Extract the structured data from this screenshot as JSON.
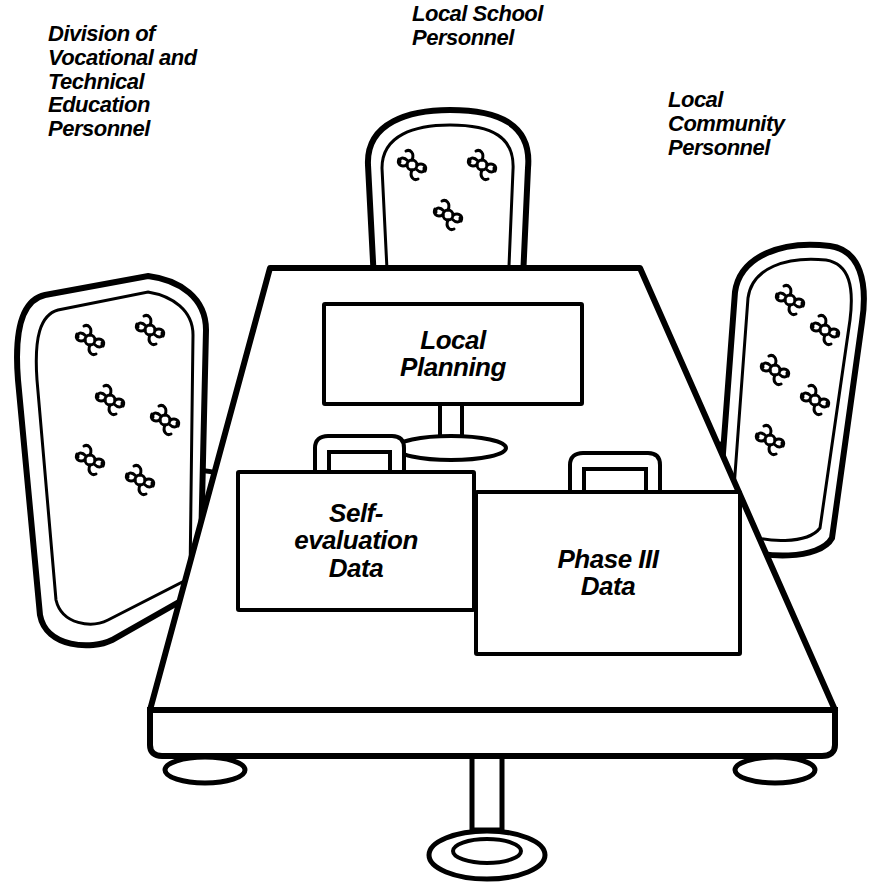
{
  "diagram": {
    "nodes": [
      {
        "text": [
          "Local Planning"
        ]
      },
      {
        "text": [
          "Self-evaluation Data"
        ]
      },
      {
        "text": [
          "Phase III Data"
        ]
      }
    ],
    "labels": [
      "Division of Vocational and Technical Education Personnel",
      "Local School Personnel",
      "Local Community Personnel"
    ]
  }
}
